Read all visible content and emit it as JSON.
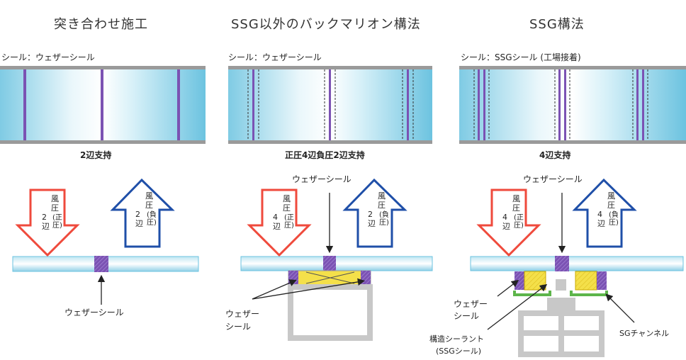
{
  "panels": [
    {
      "title": "突き合わせ施工",
      "seal_label": "シール：ウェザーシール",
      "support_label": "2辺支持",
      "arrow_positive": {
        "head": "風圧",
        "paren": "(正圧)",
        "sides": "2辺"
      },
      "arrow_negative": {
        "head": "風圧",
        "paren": "(負圧)",
        "sides": "2辺"
      },
      "callouts": {
        "weather_seal": "ウェザーシール"
      }
    },
    {
      "title": "SSG以外のバックマリオン構法",
      "seal_label": "シール：ウェザーシール",
      "support_label": "正圧4辺負圧2辺支持",
      "arrow_positive": {
        "head": "風圧",
        "paren": "(正圧)",
        "sides": "4辺"
      },
      "arrow_negative": {
        "head": "風圧",
        "paren": "(負圧)",
        "sides": "2辺"
      },
      "callouts": {
        "weather_seal_top": "ウェザーシール",
        "weather_seal_bottom_1": "ウェザー",
        "weather_seal_bottom_2": "シール"
      }
    },
    {
      "title": "SSG構法",
      "seal_label": "シール：SSGシール (工場接着)",
      "support_label": "4辺支持",
      "arrow_positive": {
        "head": "風圧",
        "paren": "(正圧)",
        "sides": "4辺"
      },
      "arrow_negative": {
        "head": "風圧",
        "paren": "(負圧)",
        "sides": "4辺"
      },
      "callouts": {
        "weather_seal_top": "ウェザーシール",
        "weather_seal_left_1": "ウェザー",
        "weather_seal_left_2": "シール",
        "structural_sealant_1": "構造シーラント",
        "structural_sealant_2": "(SSGシール)",
        "sg_channel": "SGチャンネル"
      }
    }
  ],
  "colors": {
    "glass_light": "#eaf7fb",
    "glass_mid": "#bfe6f2",
    "glass_dark": "#6cc3e0",
    "frame_gray": "#9a9a9a",
    "seal_purple": "#7b52b3",
    "arrow_positive": "#ef4a3c",
    "arrow_negative": "#1f4fa8",
    "sealant_yellow": "#f4e04a",
    "channel_green": "#5db54a",
    "mullion_gray": "#c8c8c8"
  }
}
